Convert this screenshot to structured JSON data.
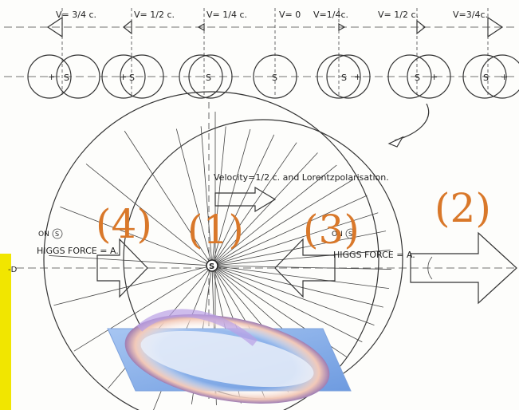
{
  "colors": {
    "orange": "#d9782a",
    "yellow": "#f1e600",
    "line": "#333333",
    "background": "#fdfdfb"
  },
  "velocity_labels": [
    "V= 3/4 c.",
    "V= 1/2 c.",
    "V= 1/4 c.",
    "V= 0",
    "V=1/4c.",
    "V= 1/2 c.",
    "V=3/4c."
  ],
  "center_marker": "S",
  "annotation": "Velocity=1/2 c. and Lorentzpolarisation.",
  "on_label": "ON",
  "higgs_left": "HIGGS FORCE = A.",
  "higgs_right": "HIGGS FORCE = A.",
  "numbers": [
    "(1)",
    "(2)",
    "(3)",
    "(4)"
  ],
  "axis_end": "-D",
  "icons": [
    "curved-arrow-icon",
    "big-arrow-right-icon",
    "arrow-left-icon",
    "arrow-right-icon",
    "circled-s-icon"
  ]
}
